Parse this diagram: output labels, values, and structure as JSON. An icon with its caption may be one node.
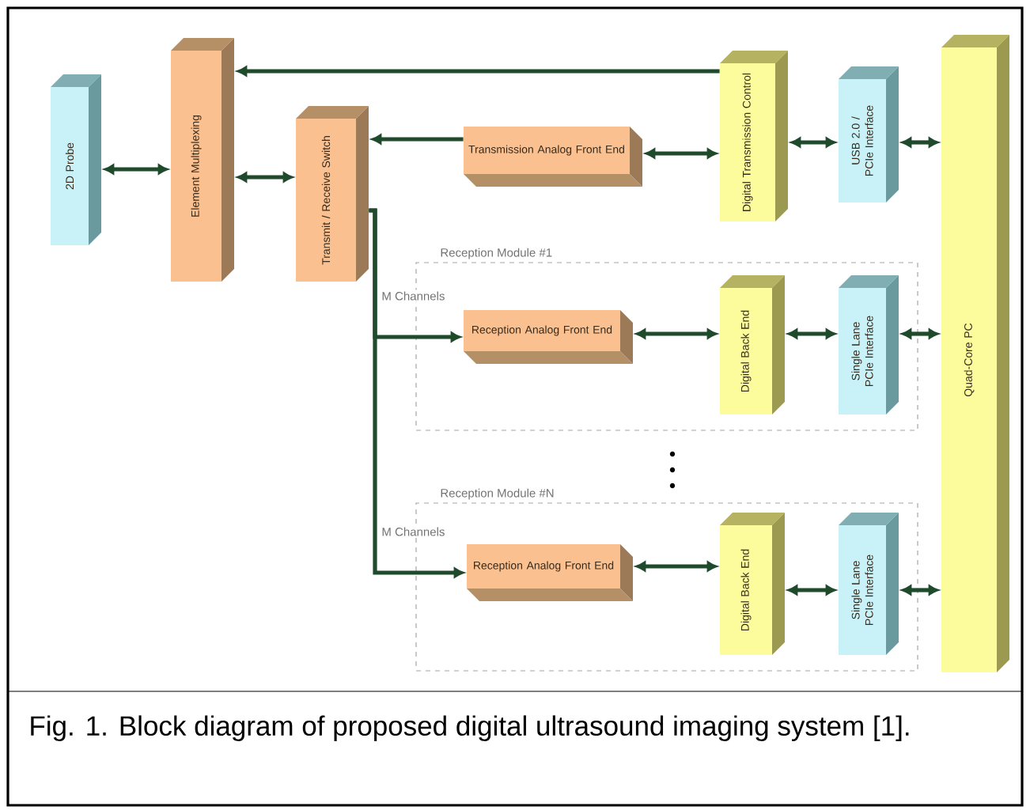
{
  "diagram": {
    "caption": "Fig. 1. Block diagram of proposed digital ultrasound imaging system [1].",
    "nodes": [
      {
        "text": [
          "2D Probe"
        ]
      },
      {
        "text": [
          "Element Multiplexing"
        ]
      },
      {
        "text": [
          "Transmit / Receive Switch"
        ]
      },
      {
        "text": [
          "Transmission Analog Front End"
        ]
      },
      {
        "text": [
          "Digital Transmission Control"
        ]
      },
      {
        "text": [
          "USB 2.0 / PCIe Interface"
        ]
      },
      {
        "text": [
          "Quad-Core PC"
        ]
      },
      {
        "text": [
          "Reception Module #1"
        ]
      },
      {
        "text": [
          "Reception Analog Front End"
        ],
        "in": 7
      },
      {
        "text": [
          "Digital Back End"
        ],
        "in": 7
      },
      {
        "text": [
          "Single Lane PCIe Interface"
        ],
        "in": 7
      },
      {
        "text": [
          "Reception Module #N"
        ]
      },
      {
        "text": [
          "Reception Analog Front End"
        ],
        "in": 11
      },
      {
        "text": [
          "Digital Back End"
        ],
        "in": 11
      },
      {
        "text": [
          "Single Lane PCIe Interface"
        ],
        "in": 11
      }
    ],
    "edges": [
      {
        "from": 0,
        "to": 1,
        "arrow": "both"
      },
      {
        "from": 1,
        "to": 2,
        "arrow": "both"
      },
      {
        "from": 3,
        "to": 2,
        "arrow": "to"
      },
      {
        "from": 4,
        "to": 1,
        "arrow": "to"
      },
      {
        "from": 3,
        "to": 4,
        "arrow": "both"
      },
      {
        "from": 4,
        "to": 5,
        "arrow": "both"
      },
      {
        "from": 5,
        "to": 6,
        "arrow": "both"
      },
      {
        "from": 2,
        "to": 8,
        "arrow": "to",
        "label": "M Channels"
      },
      {
        "from": 8,
        "to": 9,
        "arrow": "both"
      },
      {
        "from": 9,
        "to": 10,
        "arrow": "both"
      },
      {
        "from": 10,
        "to": 6,
        "arrow": "both"
      },
      {
        "from": 2,
        "to": 12,
        "arrow": "to",
        "label": "M Channels"
      },
      {
        "from": 12,
        "to": 13,
        "arrow": "both"
      },
      {
        "from": 13,
        "to": 14,
        "arrow": "both"
      },
      {
        "from": 14,
        "to": 6,
        "arrow": "both"
      }
    ]
  }
}
